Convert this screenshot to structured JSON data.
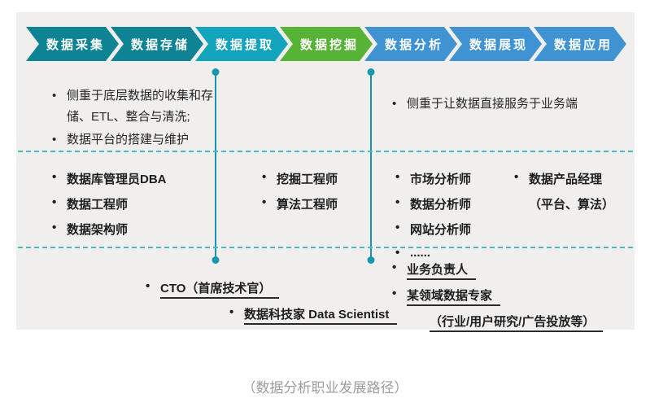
{
  "pipeline": {
    "stages": [
      {
        "label": "数据采集",
        "color": "#0e8394"
      },
      {
        "label": "数据存储",
        "color": "#0e8394"
      },
      {
        "label": "数据提取",
        "color": "#12a3bd"
      },
      {
        "label": "数据挖掘",
        "color": "#57b335"
      },
      {
        "label": "数据分析",
        "color": "#3f93d2"
      },
      {
        "label": "数据展现",
        "color": "#3f93d2"
      },
      {
        "label": "数据应用",
        "color": "#3f93d2"
      }
    ]
  },
  "focus": {
    "left": [
      "侧重于底层数据的收集和存储、ETL、整合与清洗;",
      "数据平台的搭建与维护"
    ],
    "right": [
      "侧重于让数据直接服务于业务端"
    ]
  },
  "roles": {
    "infrastructure": [
      "数据库管理员DBA",
      "数据工程师",
      "数据架构师"
    ],
    "mining": [
      "挖掘工程师",
      "算法工程师"
    ],
    "analysis": [
      "市场分析师",
      "数据分析师",
      "网站分析师",
      "......"
    ],
    "product": [
      "数据产品经理",
      "（平台、算法）"
    ]
  },
  "senior": {
    "cto": "CTO（首席技术官）",
    "scientist": "数据科技家 Data Scientist",
    "business": "业务负责人",
    "expert": "某领域数据专家",
    "expert_note": "（行业/用户研究/广告投放等）"
  },
  "caption": "（数据分析职业发展路径）",
  "colors": {
    "panel_bg": "#f0efee",
    "connector": "#1697ad",
    "dashed": "#4ab9c6",
    "caption_text": "#9d9d9d"
  }
}
